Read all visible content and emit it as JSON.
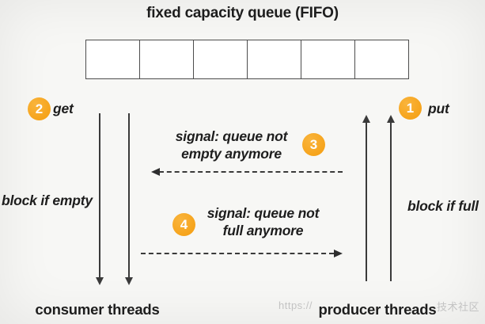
{
  "title": "fixed capacity queue (FIFO)",
  "queue": {
    "cell_count": 6
  },
  "colors": {
    "accent_orange": "#F6A41D",
    "line": "#3A3A3A",
    "background": "#F7F7F5",
    "cell_fill": "#FFFFFF"
  },
  "steps": {
    "put": {
      "number": "1",
      "label": "put"
    },
    "get": {
      "number": "2",
      "label": "get"
    },
    "signal_not_empty": {
      "number": "3",
      "line1": "signal: queue not",
      "line2": "empty anymore"
    },
    "signal_not_full": {
      "number": "4",
      "line1": "signal: queue not",
      "line2": "full anymore"
    }
  },
  "labels": {
    "block_if_empty": "block if empty",
    "block_if_full": "block if full",
    "consumer_threads": "consumer threads",
    "producer_threads": "producer threads"
  },
  "watermark": {
    "prefix": "https://",
    "suffix": "技术社区"
  }
}
